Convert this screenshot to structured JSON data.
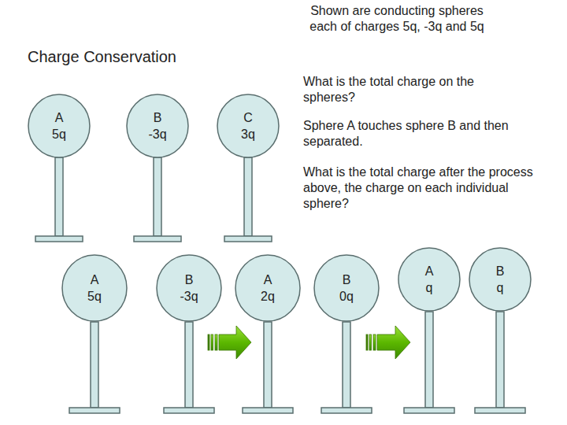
{
  "diagram": {
    "title": "Charge Conservation",
    "nodes": [
      {
        "text": [
          "A",
          "5q"
        ]
      },
      {
        "text": [
          "B",
          "-3q"
        ]
      },
      {
        "text": [
          "C",
          "3q"
        ]
      },
      {
        "text": [
          "A",
          "5q"
        ]
      },
      {
        "text": [
          "B",
          "-3q"
        ]
      },
      {
        "text": [
          "A",
          "2q"
        ]
      },
      {
        "text": [
          "B",
          "0q"
        ]
      },
      {
        "text": [
          "A",
          "q"
        ]
      },
      {
        "text": [
          "B",
          "q"
        ]
      }
    ],
    "labels": [
      "Shown are conducting spheres each of charges 5q, -3q and 5q",
      "What is the total charge on the spheres?",
      "Sphere A touches sphere B and then separated.",
      "What is the total charge after the process above, the charge on each individual sphere?"
    ]
  }
}
